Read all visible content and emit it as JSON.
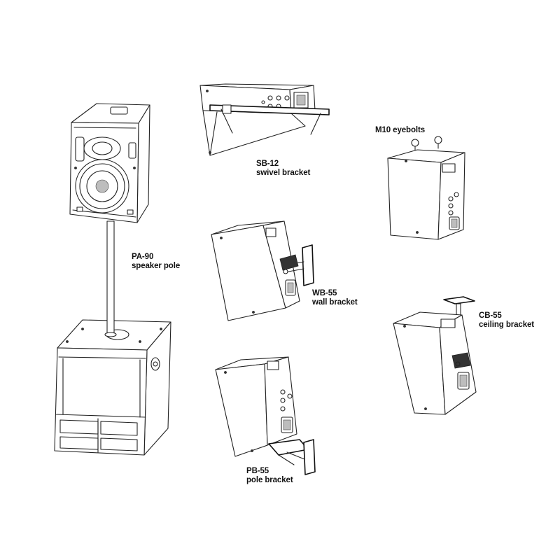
{
  "labels": {
    "pole": {
      "model": "PA-90",
      "desc": "speaker pole"
    },
    "swivel": {
      "model": "SB-12",
      "desc": "swivel bracket"
    },
    "eyebolts": {
      "model": "M10 eyebolts"
    },
    "wall": {
      "model": "WB-55",
      "desc": "wall bracket"
    },
    "ceiling": {
      "model": "CB-55",
      "desc": "ceiling bracket"
    },
    "polebracket": {
      "model": "PB-55",
      "desc": "pole bracket"
    }
  },
  "colors": {
    "line": "#222222",
    "fill": "#ffffff",
    "dark": "#333333"
  }
}
